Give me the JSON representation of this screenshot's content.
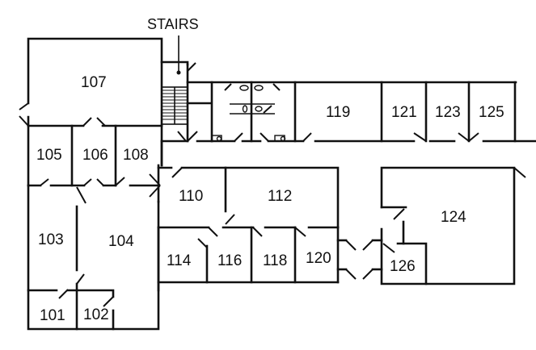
{
  "diagram": {
    "type": "floor-plan",
    "callout": "STAIRS",
    "rooms": [
      {
        "id": "107",
        "label": "107"
      },
      {
        "id": "105",
        "label": "105"
      },
      {
        "id": "106",
        "label": "106"
      },
      {
        "id": "108",
        "label": "108"
      },
      {
        "id": "103",
        "label": "103"
      },
      {
        "id": "104",
        "label": "104"
      },
      {
        "id": "101",
        "label": "101"
      },
      {
        "id": "102",
        "label": "102"
      },
      {
        "id": "110",
        "label": "110"
      },
      {
        "id": "112",
        "label": "112"
      },
      {
        "id": "114",
        "label": "114"
      },
      {
        "id": "116",
        "label": "116"
      },
      {
        "id": "118",
        "label": "118"
      },
      {
        "id": "120",
        "label": "120"
      },
      {
        "id": "119",
        "label": "119"
      },
      {
        "id": "121",
        "label": "121"
      },
      {
        "id": "123",
        "label": "123"
      },
      {
        "id": "125",
        "label": "125"
      },
      {
        "id": "124",
        "label": "124"
      },
      {
        "id": "126",
        "label": "126"
      }
    ]
  }
}
